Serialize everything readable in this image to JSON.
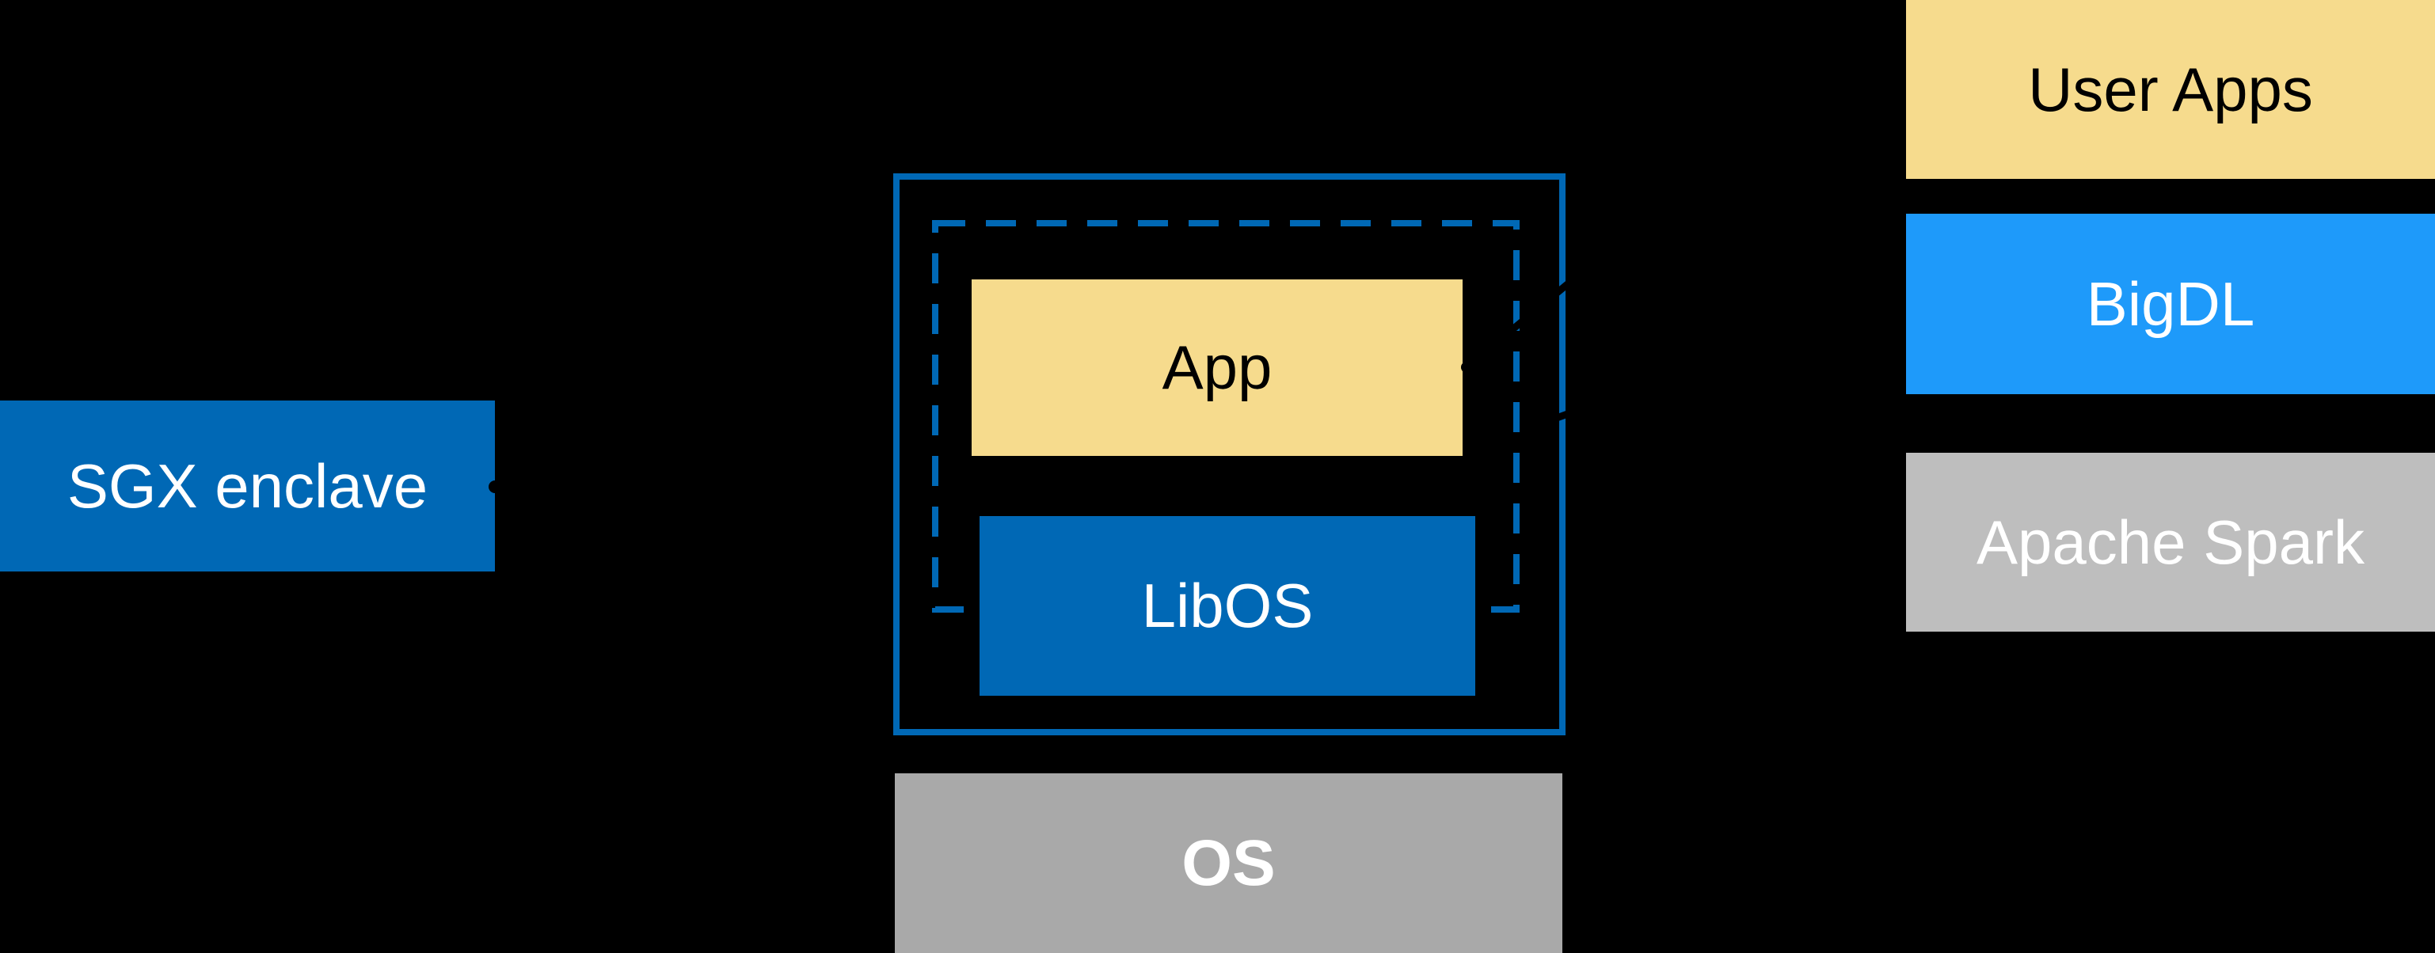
{
  "diagram": {
    "background": "#000000",
    "colors": {
      "intel_blue": "#0068B5",
      "bright_blue": "#1E9AFA",
      "yellow": "#F6DB8D",
      "gray_light": "#BEBEBE",
      "gray_medium": "#A9A9A9",
      "arrow_black": "#000000",
      "label_white": "#FFFFFF",
      "label_black": "#000000"
    },
    "nodes": {
      "sgx_enclave": {
        "label": "SGX enclave"
      },
      "app": {
        "label": "App"
      },
      "libos": {
        "label": "LibOS"
      },
      "os": {
        "label": "OS"
      },
      "user_apps": {
        "label": "User Apps"
      },
      "bigdl": {
        "label": "BigDL"
      },
      "apache_spark": {
        "label": "Apache Spark"
      }
    }
  }
}
